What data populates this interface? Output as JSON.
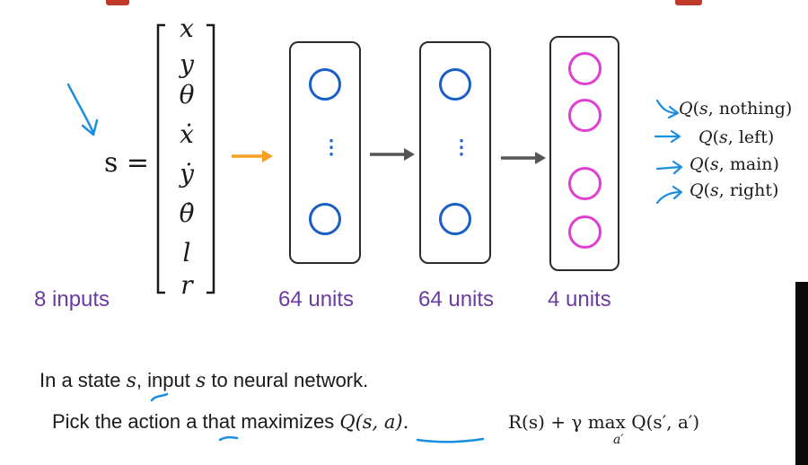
{
  "state_vector": {
    "lhs": "s =",
    "entries": [
      "x",
      "y",
      "θ",
      "ẋ",
      "ẏ",
      "θ̇",
      "l",
      "r"
    ]
  },
  "layers": [
    {
      "label": "64 units",
      "color": "#1a5fc8",
      "dots": "⋮"
    },
    {
      "label": "64 units",
      "color": "#1a5fc8",
      "dots": "⋮"
    },
    {
      "label": "4 units",
      "color": "#e040d0"
    }
  ],
  "inputs_label": "8 inputs",
  "outputs": [
    {
      "q": "Q",
      "args_open": "(",
      "s": "s",
      "action": ", nothing)"
    },
    {
      "q": "Q",
      "args_open": "(",
      "s": "s",
      "action": ", left)"
    },
    {
      "q": "Q",
      "args_open": "(",
      "s": "s",
      "action": ", main)"
    },
    {
      "q": "Q",
      "args_open": "(",
      "s": "s",
      "action": ", right)"
    }
  ],
  "captions": {
    "line1_a": "In a state ",
    "line1_s1": "s",
    "line1_b": ", input ",
    "line1_s2": "s",
    "line1_c": " to neural network.",
    "line2_a": "Pick the action ",
    "line2_action": "a",
    "line2_b": " that maximizes ",
    "line2_q": "Q(s, a).",
    "line2_formula": "R(s) + γ max Q(s′, a′)",
    "line2_sub": "a′"
  },
  "colors": {
    "annotation_blue": "#1a8fe0",
    "input_arrow": "#f5a020",
    "hidden_arrow": "#555555",
    "label_purple": "#6a3ba0",
    "title_red": "#c0392b"
  }
}
